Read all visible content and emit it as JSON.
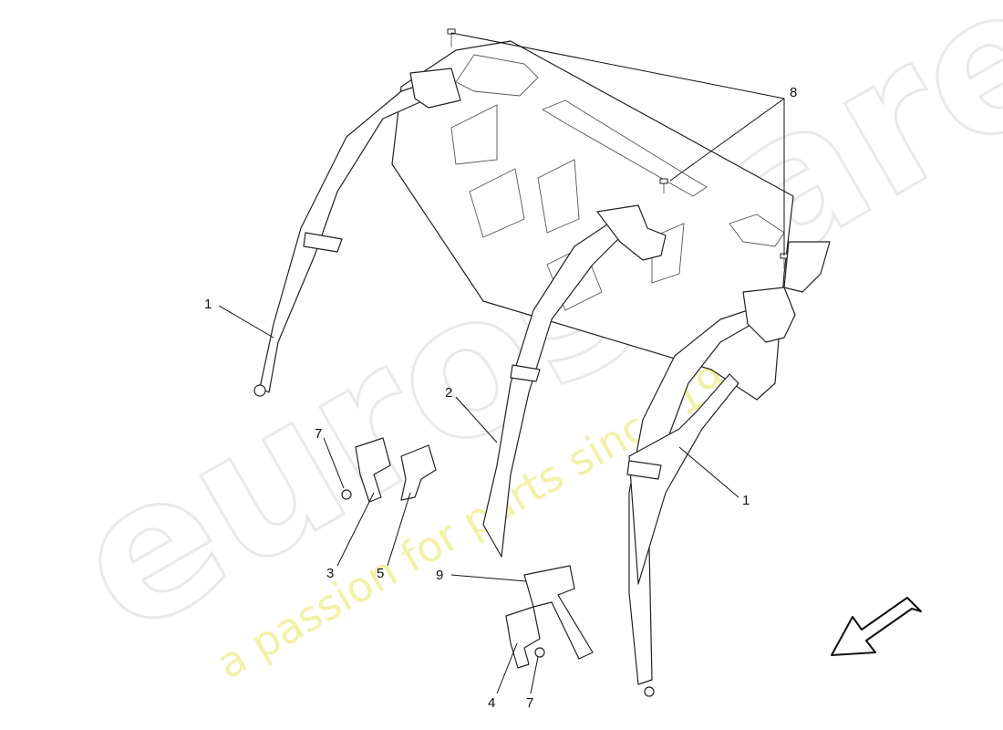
{
  "watermark": {
    "brand": "eurospares",
    "tagline": "a passion for parts since 1985"
  },
  "callouts": [
    {
      "id": "belt-left",
      "label": "1"
    },
    {
      "id": "belt-right",
      "label": "1"
    },
    {
      "id": "belt-center",
      "label": "2"
    },
    {
      "id": "buckle-left-a",
      "label": "3"
    },
    {
      "id": "buckle-right-a",
      "label": "4"
    },
    {
      "id": "buckle-left-b",
      "label": "5"
    },
    {
      "id": "nut-left",
      "label": "7"
    },
    {
      "id": "nut-right",
      "label": "7"
    },
    {
      "id": "bolt-group",
      "label": "8"
    },
    {
      "id": "buckle-right-b",
      "label": "9"
    }
  ],
  "icons": [
    "direction-arrow-icon"
  ]
}
